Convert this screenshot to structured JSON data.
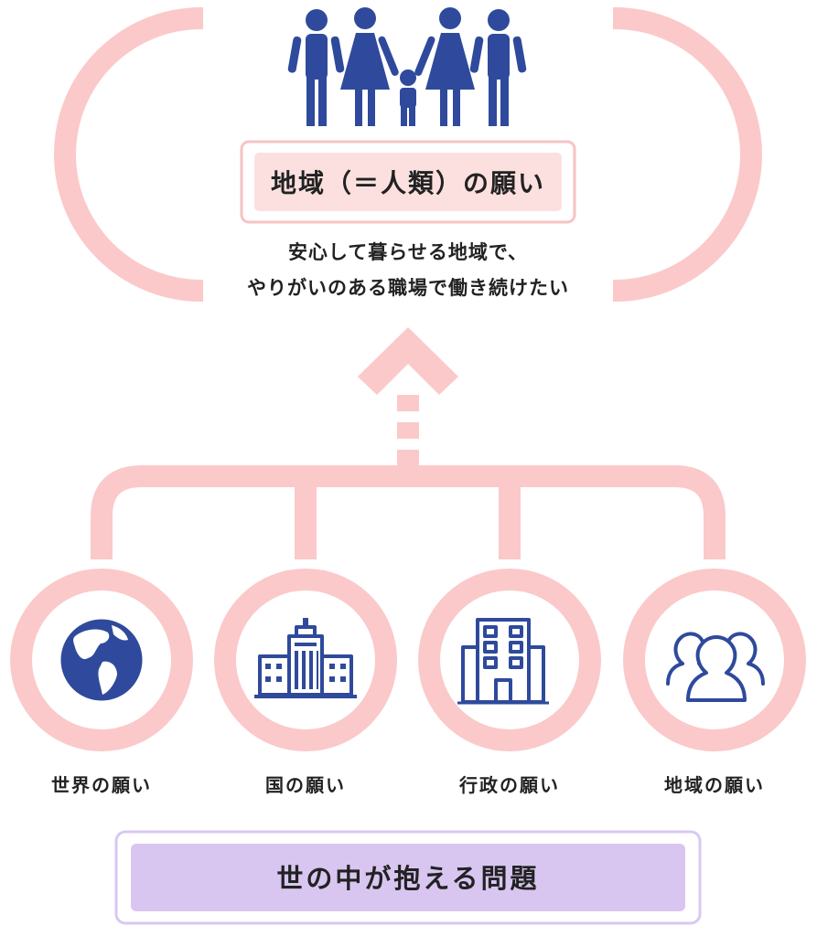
{
  "top": {
    "title": "地域（＝人類）の願い",
    "description_line1": "安心して暮らせる地域で、",
    "description_line2": "やりがいのある職場で働き続けたい",
    "icon": "family-icon"
  },
  "wishes": [
    {
      "label": "世界の願い",
      "icon": "globe-icon"
    },
    {
      "label": "国の願い",
      "icon": "government-building-icon"
    },
    {
      "label": "行政の願い",
      "icon": "office-building-icon"
    },
    {
      "label": "地域の願い",
      "icon": "people-group-icon"
    }
  ],
  "bottom": {
    "title": "世の中が抱える問題"
  },
  "colors": {
    "pink": "#fbc9c9",
    "pink_box_border": "#f7c3c3",
    "pink_box_fill": "#fce0e0",
    "navy": "#2f4a9c",
    "purple_border": "#d9c8f2",
    "purple_fill": "#d8c6f1"
  }
}
